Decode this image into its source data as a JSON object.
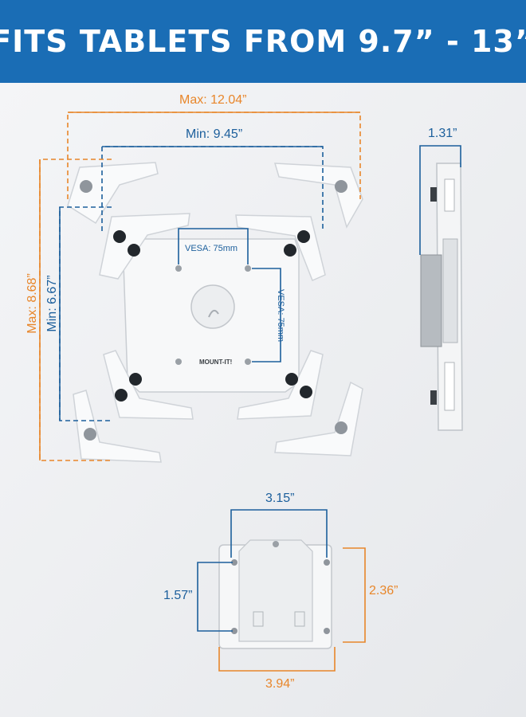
{
  "banner": {
    "title": "FITS TABLETS FROM 9.7” - 13”"
  },
  "colors": {
    "banner_bg": "#1a6db5",
    "orange": "#e8862a",
    "blue": "#1c5f9c",
    "background": "#eef0f2"
  },
  "front_view": {
    "max_width": "Max: 12.04”",
    "min_width": "Min: 9.45”",
    "max_height": "Max: 8.68”",
    "min_height": "Min: 6.67”",
    "vesa_h": "VESA: 75mm",
    "vesa_v": "VESA: 75mm",
    "brand": "MOUNT-IT!"
  },
  "side_view": {
    "depth": "1.31”"
  },
  "bracket_view": {
    "top_width": "3.15”",
    "bottom_width": "3.94”",
    "left_height": "1.57”",
    "right_height": "2.36”"
  }
}
